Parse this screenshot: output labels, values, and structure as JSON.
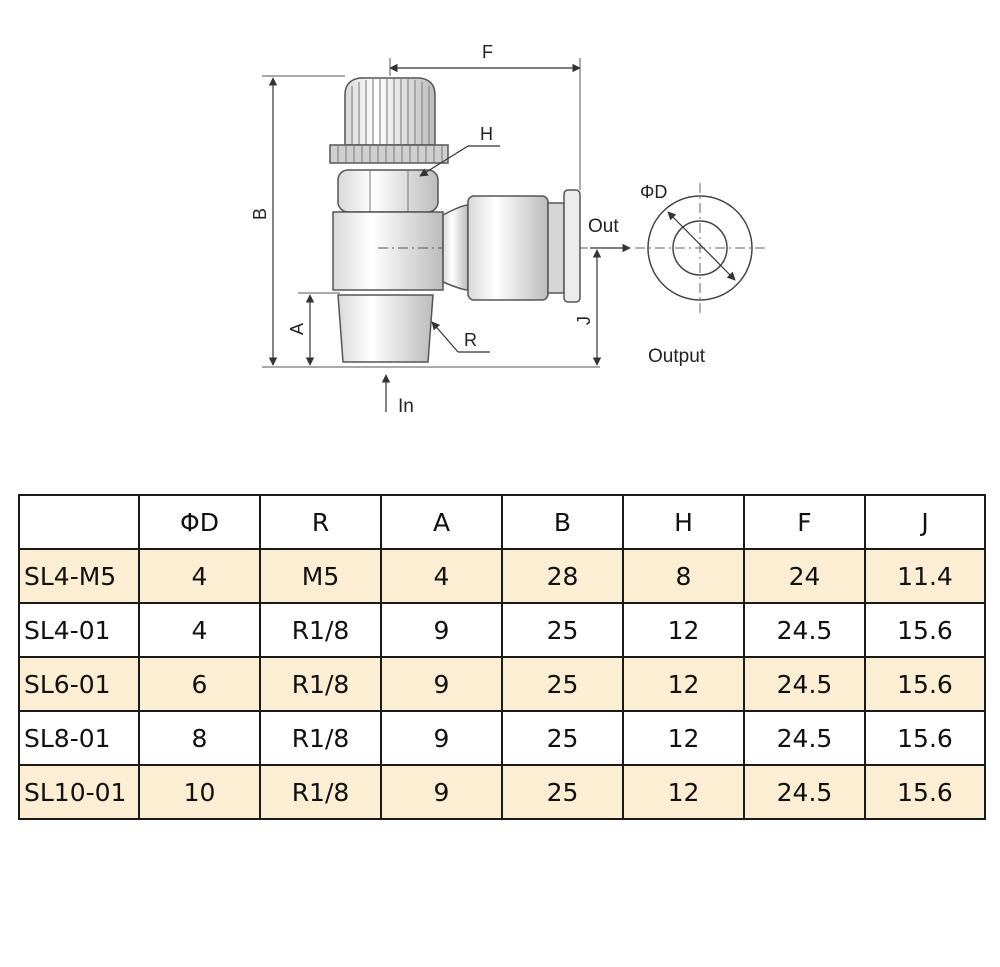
{
  "diagram": {
    "labels": {
      "F": "F",
      "B": "B",
      "H": "H",
      "A": "A",
      "R": "R",
      "J": "J",
      "phiD": "ΦD",
      "out": "Out",
      "in": "In",
      "output": "Output"
    }
  },
  "table": {
    "headers": [
      "",
      "ΦD",
      "R",
      "A",
      "B",
      "H",
      "F",
      "J"
    ],
    "rows": [
      {
        "model": "SL4-M5",
        "D": "4",
        "R": "M5",
        "A": "4",
        "B": "28",
        "H": "8",
        "F": "24",
        "J": "11.4",
        "shaded": true
      },
      {
        "model": "SL4-01",
        "D": "4",
        "R": "R1/8",
        "A": "9",
        "B": "25",
        "H": "12",
        "F": "24.5",
        "J": "15.6",
        "shaded": false
      },
      {
        "model": "SL6-01",
        "D": "6",
        "R": "R1/8",
        "A": "9",
        "B": "25",
        "H": "12",
        "F": "24.5",
        "J": "15.6",
        "shaded": true
      },
      {
        "model": "SL8-01",
        "D": "8",
        "R": "R1/8",
        "A": "9",
        "B": "25",
        "H": "12",
        "F": "24.5",
        "J": "15.6",
        "shaded": false
      },
      {
        "model": "SL10-01",
        "D": "10",
        "R": "R1/8",
        "A": "9",
        "B": "25",
        "H": "12",
        "F": "24.5",
        "J": "15.6",
        "shaded": true
      }
    ]
  },
  "colors": {
    "shaded_row": "#fbeed2",
    "border": "#1a1a1a"
  }
}
